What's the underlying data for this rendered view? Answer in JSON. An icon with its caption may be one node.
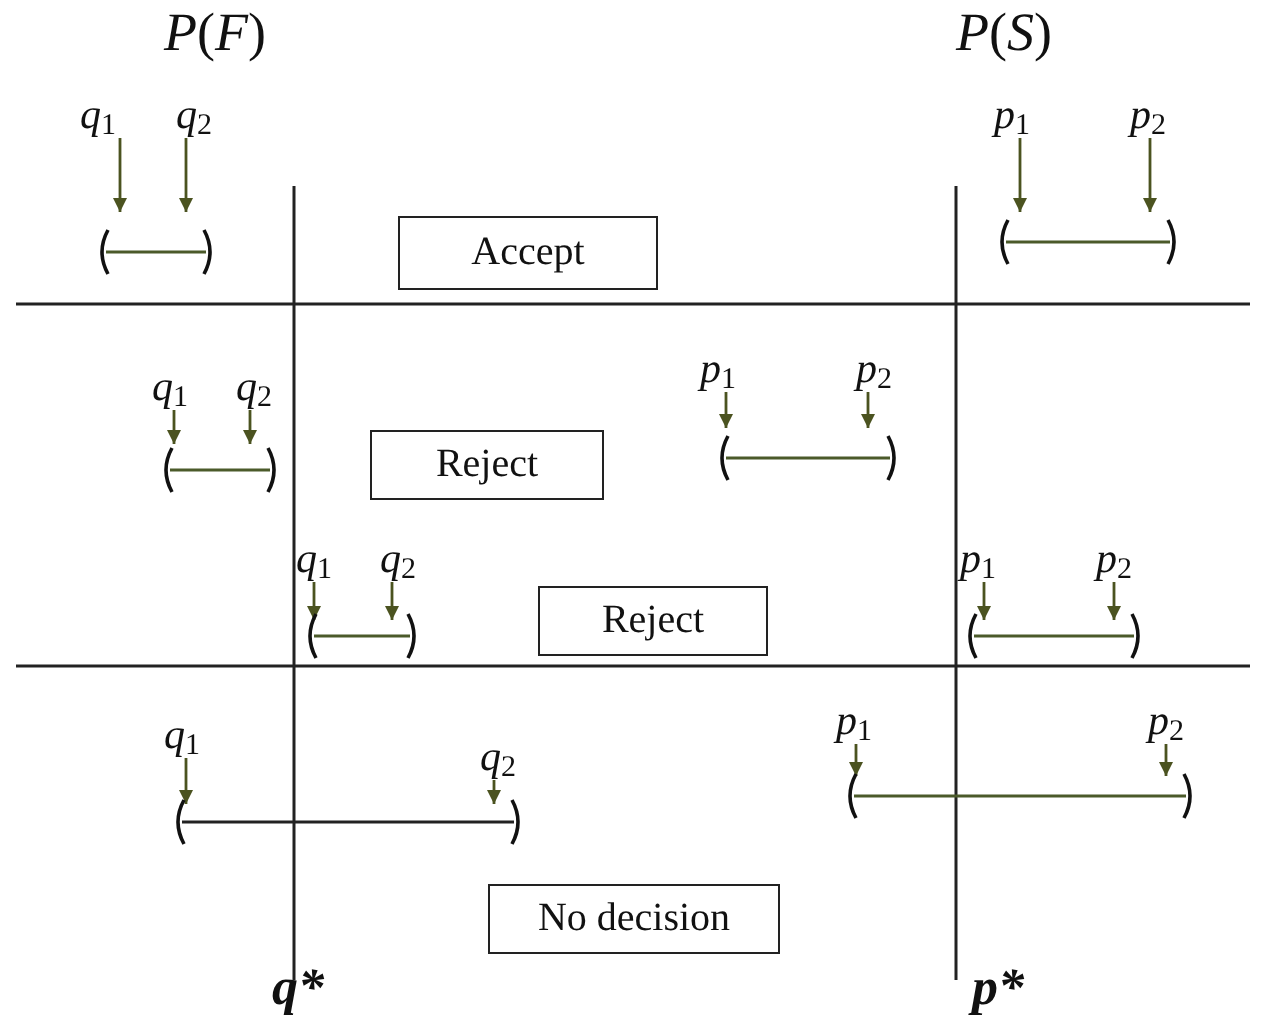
{
  "diagram": {
    "nodes": [
      {
        "text": [
          "*q*$_{1}$"
        ]
      },
      {
        "text": [
          "*q*$_{2}$"
        ]
      },
      {
        "text": [],
        "shape": "bar"
      },
      {
        "text": [
          "Accept"
        ]
      },
      {
        "text": [
          "*p*$_{1}$"
        ]
      },
      {
        "text": [
          "*p*$_{2}$"
        ]
      },
      {
        "text": [],
        "shape": "bar"
      },
      {
        "text": [
          "*q*$_{1}$"
        ]
      },
      {
        "text": [
          "*q*$_{2}$"
        ]
      },
      {
        "text": [],
        "shape": "bar"
      },
      {
        "text": [
          "Reject"
        ]
      },
      {
        "text": [
          "*p*$_{1}$"
        ]
      },
      {
        "text": [
          "*p*$_{2}$"
        ]
      },
      {
        "text": [],
        "shape": "bar"
      },
      {
        "text": [
          "*q*$_{1}$"
        ]
      },
      {
        "text": [
          "*q*$_{2}$"
        ]
      },
      {
        "text": [],
        "shape": "bar"
      },
      {
        "text": [
          "Reject"
        ]
      },
      {
        "text": [
          "*p*$_{1}$"
        ]
      },
      {
        "text": [
          "*p*$_{2}$"
        ]
      },
      {
        "text": [],
        "shape": "bar"
      },
      {
        "text": [
          "*q*$_{1}$"
        ]
      },
      {
        "text": [
          "*q*$_{2}$"
        ]
      },
      {
        "text": [],
        "shape": "bar"
      },
      {
        "text": [
          "*p*$_{1}$"
        ]
      },
      {
        "text": [
          "*p*$_{2}$"
        ]
      },
      {
        "text": [],
        "shape": "bar"
      },
      {
        "text": [
          "No decision"
        ]
      }
    ],
    "edges": [
      {
        "from": 0,
        "to": 2,
        "arrow": "to"
      },
      {
        "from": 1,
        "to": 2,
        "arrow": "to"
      },
      {
        "from": 4,
        "to": 6,
        "arrow": "to"
      },
      {
        "from": 5,
        "to": 6,
        "arrow": "to"
      },
      {
        "from": 7,
        "to": 9,
        "arrow": "to"
      },
      {
        "from": 8,
        "to": 9,
        "arrow": "to"
      },
      {
        "from": 11,
        "to": 13,
        "arrow": "to"
      },
      {
        "from": 12,
        "to": 13,
        "arrow": "to"
      },
      {
        "from": 14,
        "to": 16,
        "arrow": "to"
      },
      {
        "from": 15,
        "to": 16,
        "arrow": "to"
      },
      {
        "from": 18,
        "to": 20,
        "arrow": "to"
      },
      {
        "from": 19,
        "to": 20,
        "arrow": "to"
      },
      {
        "from": 21,
        "to": 23,
        "arrow": "to"
      },
      {
        "from": 22,
        "to": 23,
        "arrow": "to"
      },
      {
        "from": 24,
        "to": 26,
        "arrow": "to"
      },
      {
        "from": 25,
        "to": 26,
        "arrow": "to"
      }
    ],
    "labels": [
      "*P*(*F*)",
      "*P*(*S*)",
      "q*",
      "p*"
    ]
  }
}
